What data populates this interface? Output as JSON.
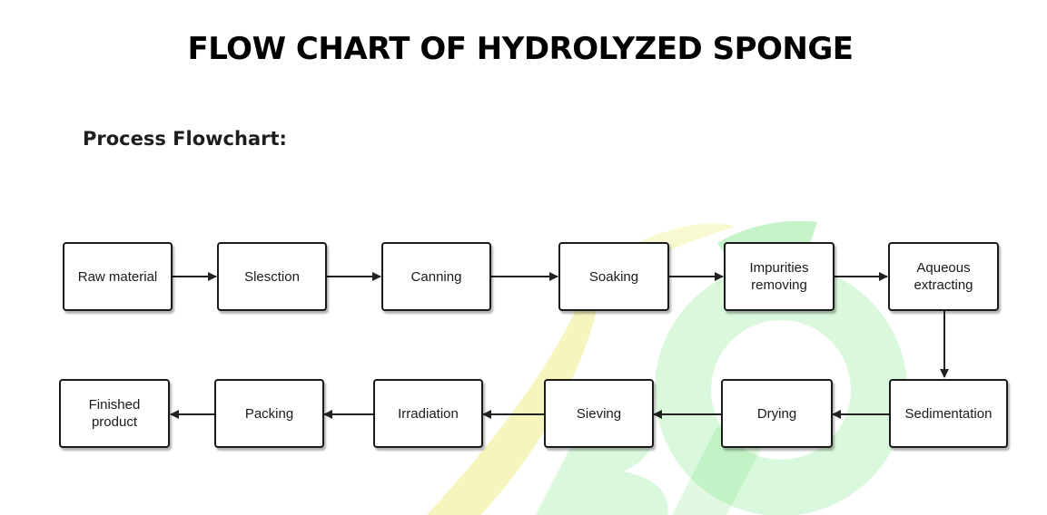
{
  "title": "FLOW CHART OF HYDROLYZED SPONGE",
  "subtitle": "Process Flowchart:",
  "colors": {
    "box_border": "#1a1a1a",
    "arrow": "#222222",
    "watermark_green": "#4cdc55",
    "watermark_yellow": "#f2f2a6"
  },
  "steps": {
    "raw_material": "Raw material",
    "slesction": "Slesction",
    "canning": "Canning",
    "soaking": "Soaking",
    "impurities_removing": "Impurities\nremoving",
    "aqueous_extracting": "Aqueous\nextracting",
    "sedimentation": "Sedimentation",
    "drying": "Drying",
    "sieving": "Sieving",
    "irradiation": "Irradiation",
    "packing": "Packing",
    "finished_product": "Finished\nproduct"
  },
  "flow": [
    [
      "raw_material",
      "slesction"
    ],
    [
      "slesction",
      "canning"
    ],
    [
      "canning",
      "soaking"
    ],
    [
      "soaking",
      "impurities_removing"
    ],
    [
      "impurities_removing",
      "aqueous_extracting"
    ],
    [
      "aqueous_extracting",
      "sedimentation"
    ],
    [
      "sedimentation",
      "drying"
    ],
    [
      "drying",
      "sieving"
    ],
    [
      "sieving",
      "irradiation"
    ],
    [
      "irradiation",
      "packing"
    ],
    [
      "packing",
      "finished_product"
    ]
  ]
}
